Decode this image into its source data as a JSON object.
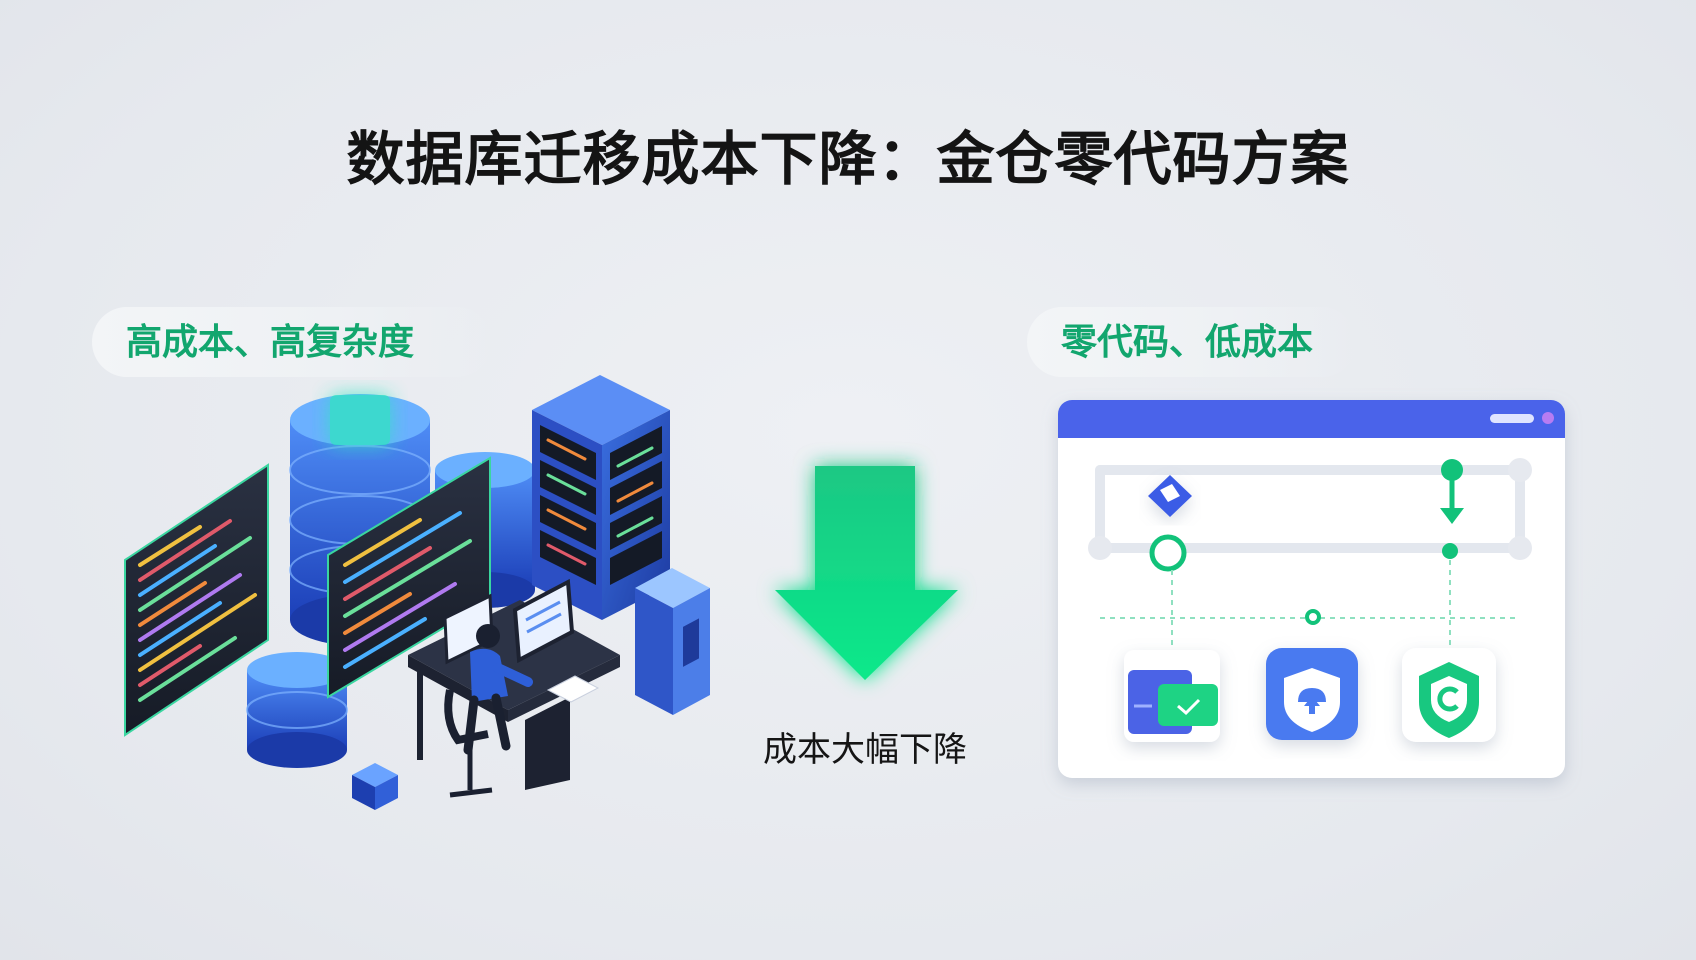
{
  "page": {
    "title": "数据库迁移成本下降：金仓零代码方案",
    "left_label": "高成本、高复杂度",
    "right_label": "零代码、低成本",
    "center_label": "成本大幅下降"
  },
  "icons": {
    "left_illustration": "database-server-developer-illustration",
    "center_arrow": "down-arrow-icon",
    "right_window": "no-code-workflow-window-icon",
    "right_tile_1": "migration-cards-icon",
    "right_tile_2": "cloud-upload-shield-icon",
    "right_tile_3": "kingbase-shield-icon"
  },
  "colors": {
    "accent_green": "#12c27a",
    "accent_blue": "#4a63ea",
    "title": "#141414"
  }
}
